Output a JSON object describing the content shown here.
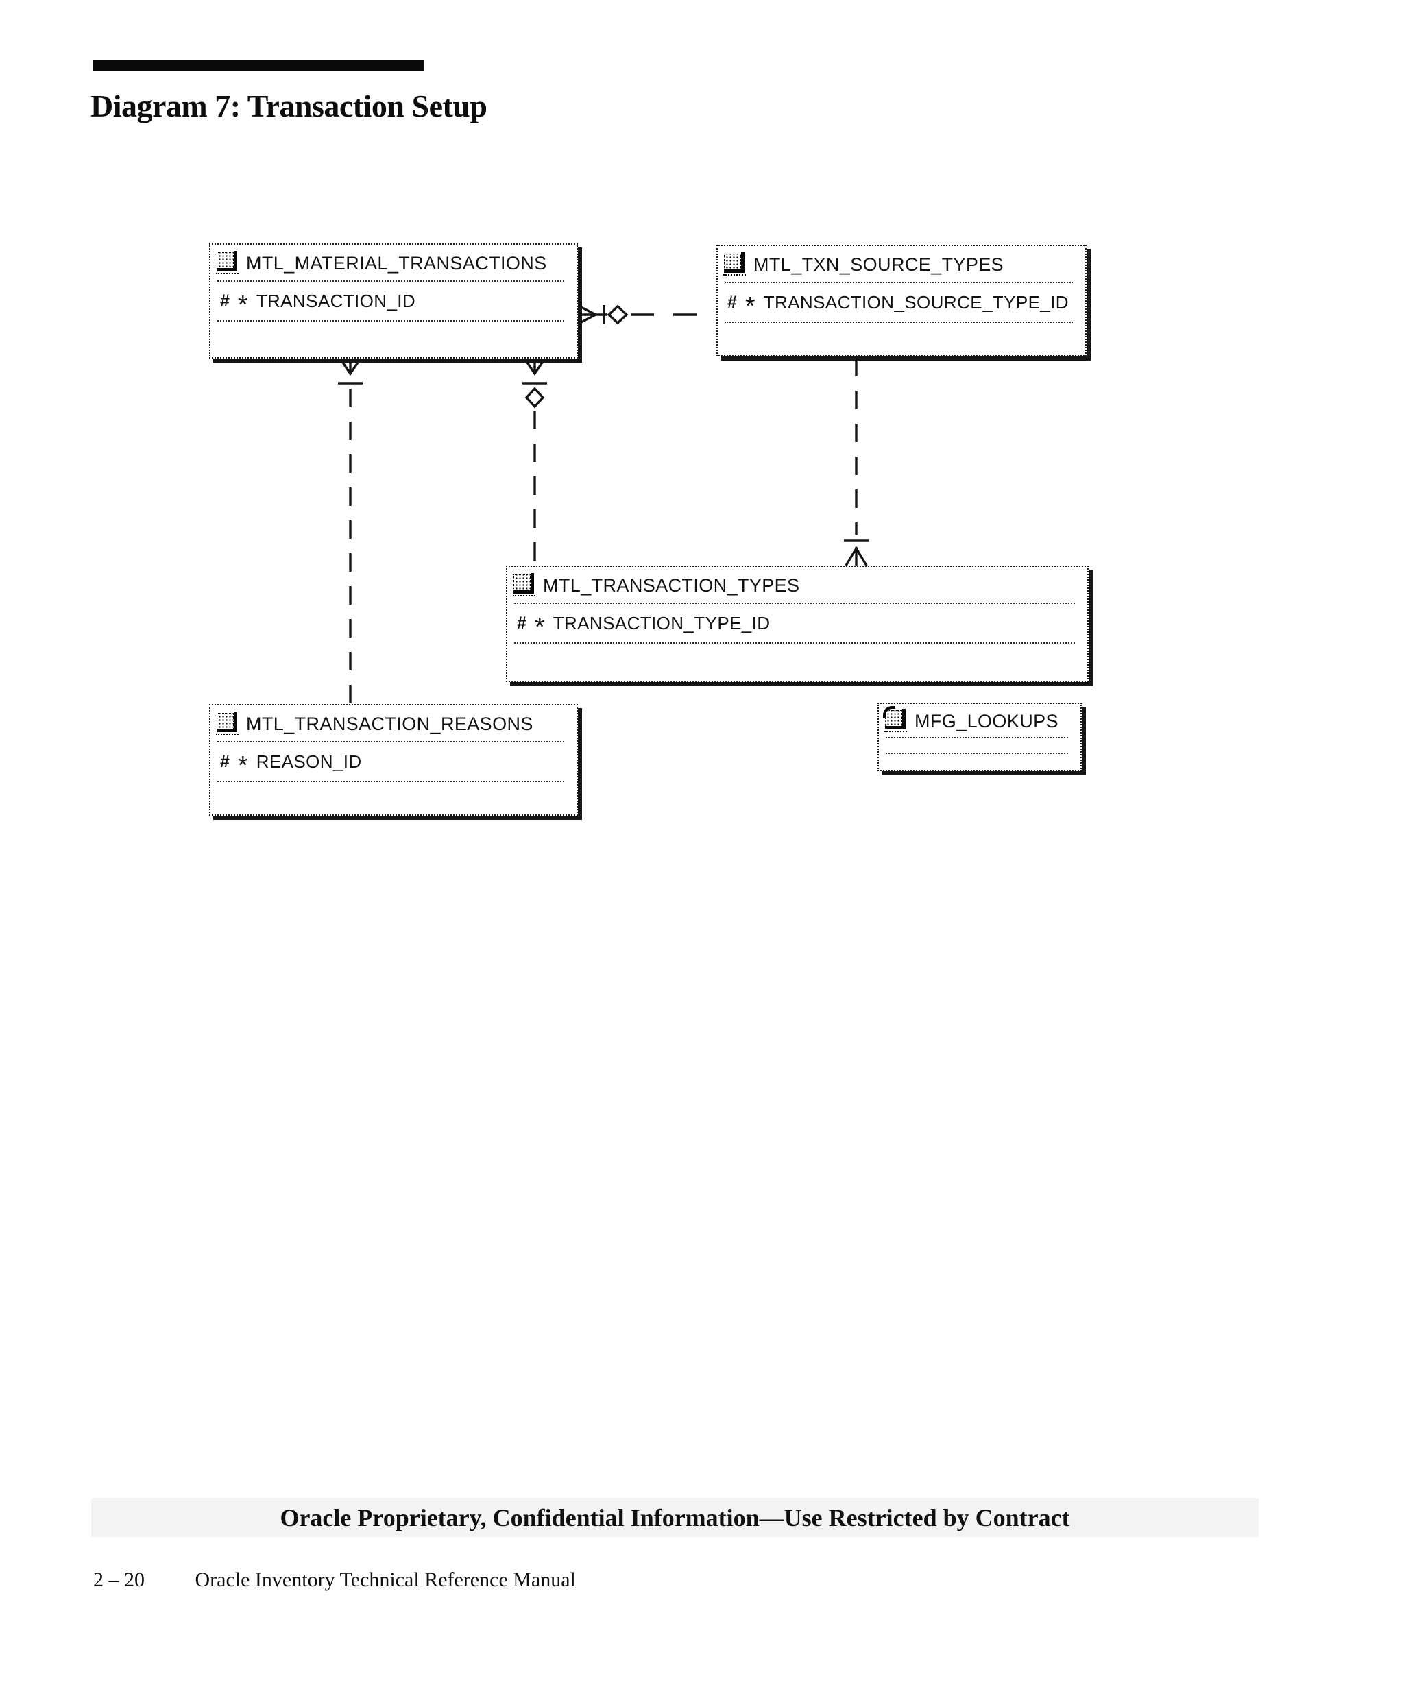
{
  "page": {
    "title": "Diagram 7: Transaction Setup",
    "confidential_notice": "Oracle Proprietary, Confidential Information––Use Restricted by Contract",
    "page_number": "2 – 20",
    "manual_title": "Oracle Inventory Technical Reference Manual"
  },
  "diagram": {
    "markers": {
      "primary_key": "#",
      "mandatory": "*"
    },
    "entities": [
      {
        "name": "MTL_MATERIAL_TRANSACTIONS",
        "attribute": "TRANSACTION_ID",
        "icon": "table-icon"
      },
      {
        "name": "MTL_TXN_SOURCE_TYPES",
        "attribute": "TRANSACTION_SOURCE_TYPE_ID",
        "icon": "table-icon"
      },
      {
        "name": "MTL_TRANSACTION_TYPES",
        "attribute": "TRANSACTION_TYPE_ID",
        "icon": "table-icon"
      },
      {
        "name": "MTL_TRANSACTION_REASONS",
        "attribute": "REASON_ID",
        "icon": "table-icon"
      },
      {
        "name": "MFG_LOOKUPS",
        "attribute": "",
        "icon": "view-icon"
      }
    ],
    "relationships": [
      {
        "from": "MTL_MATERIAL_TRANSACTIONS",
        "to": "MTL_TXN_SOURCE_TYPES",
        "many_end": "MTL_MATERIAL_TRANSACTIONS",
        "line": "dashed",
        "decorations": "crow-foot, bar, diamond at many end"
      },
      {
        "from": "MTL_MATERIAL_TRANSACTIONS",
        "to": "MTL_TRANSACTION_REASONS",
        "many_end": "MTL_MATERIAL_TRANSACTIONS",
        "line": "dashed",
        "decorations": "crow-foot, bar at many end"
      },
      {
        "from": "MTL_MATERIAL_TRANSACTIONS",
        "to": "MTL_TRANSACTION_TYPES",
        "many_end": "MTL_MATERIAL_TRANSACTIONS",
        "line": "dashed",
        "decorations": "crow-foot, bar, diamond at many end"
      },
      {
        "from": "MTL_TRANSACTION_TYPES",
        "to": "MTL_TXN_SOURCE_TYPES",
        "many_end": "MTL_TRANSACTION_TYPES",
        "line": "dashed",
        "decorations": "crow-foot, bar at many end"
      }
    ]
  },
  "colors": {
    "ink": "#141414",
    "confidential_band": "#f3f3f3",
    "background": "#ffffff"
  }
}
